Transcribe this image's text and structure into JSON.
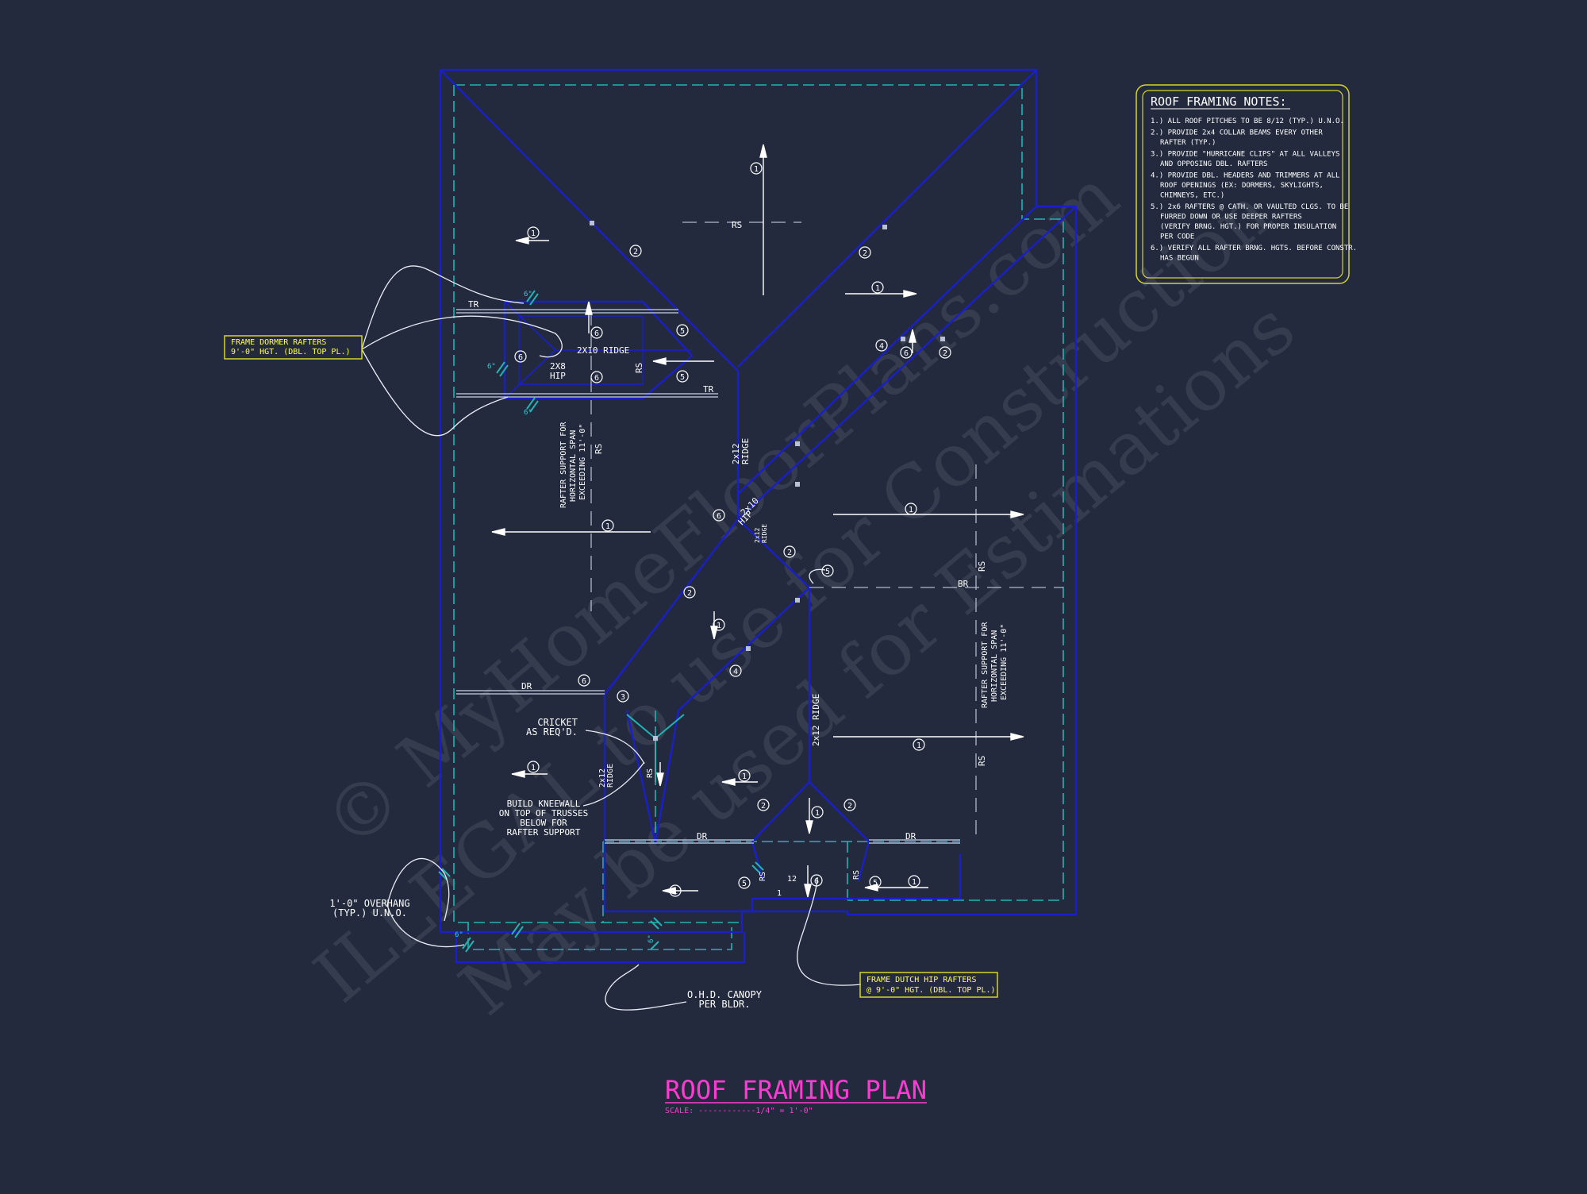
{
  "colors": {
    "background": "#232a3d",
    "walls": "#1a1fc8",
    "overhang": "#22b3b3",
    "notes_border": "#d4d42a",
    "label_text": "#ffffff",
    "callout_text": "#ffff55",
    "title": "#ff3cd2"
  },
  "notes": {
    "heading": "ROOF FRAMING NOTES:",
    "items": [
      "1.) ALL ROOF PITCHES TO BE  8/12 (TYP.) U.N.O.",
      "2.) PROVIDE 2x4 COLLAR BEAMS EVERY OTHER",
      "RAFTER (TYP.)",
      "3.) PROVIDE \"HURRICANE CLIPS\" AT ALL VALLEYS",
      "AND OPPOSING DBL. RAFTERS",
      "4.) PROVIDE DBL. HEADERS AND TRIMMERS AT ALL",
      "ROOF OPENINGS (EX: DORMERS, SKYLIGHTS,",
      "CHIMNEYS, ETC.)",
      "5.) 2x6 RAFTERS @ CATH. OR VAULTED CLGS. TO BE",
      "FURRED DOWN OR USE DEEPER RAFTERS",
      "(VERIFY BRNG. HGT.) FOR PROPER INSULATION",
      "PER CODE",
      "6.) VERIFY ALL RAFTER BRNG. HGTS. BEFORE CONSTR.",
      "HAS BEGUN"
    ]
  },
  "callouts": {
    "dormer_line1": "FRAME DORMER RAFTERS",
    "dormer_line2": "9'-0\" HGT. (DBL. TOP PL.)",
    "dutch_line1": "FRAME DUTCH HIP RAFTERS",
    "dutch_line2": "@ 9'-0\" HGT. (DBL. TOP PL.)"
  },
  "labels": {
    "ridge_2x10": "2X10 RIDGE",
    "hip_2x8_a": "2X8",
    "hip_2x8_b": "HIP",
    "tr": "TR",
    "rs": "RS",
    "ridge_2x12_a": "2x12",
    "ridge_2x12_b": "RIDGE",
    "hip_2x10_a": "2x10",
    "hip_2x10_b": "HIP",
    "ridge_2x12_c": "2x12",
    "ridge_2x12_d": "RIDGE",
    "rafter_support_1": "RAFTER SUPPORT FOR",
    "rafter_support_2": "HORIZONTAL SPAN",
    "rafter_support_3": "EXCEEDING 11'-0\"",
    "dr": "DR",
    "br": "BR",
    "cricket_1": "CRICKET",
    "cricket_2": "AS REQ'D.",
    "kneewall_1": "BUILD KNEEWALL",
    "kneewall_2": "ON TOP OF TRUSSES",
    "kneewall_3": "BELOW FOR",
    "kneewall_4": "RAFTER SUPPORT",
    "ridge_2x12_e": "2x12 RIDGE",
    "ridge_2x12_f": "2x12",
    "ridge_2x12_g": "RIDGE",
    "overhang_1": "1'-0\" OVERHANG",
    "overhang_2": "(TYP.) U.N.O.",
    "canopy_1": "O.H.D. CANOPY",
    "canopy_2": "PER BLDR.",
    "dim_6": "6\"",
    "dim_12": "12",
    "dim_1": "1"
  },
  "tags": {
    "t1": "1",
    "t2": "2",
    "t3": "3",
    "t4": "4",
    "t5": "5",
    "t6": "6"
  },
  "title": {
    "main": "ROOF FRAMING PLAN",
    "scale": "SCALE: ------------1/4\" = 1'-0\""
  },
  "watermark": {
    "line1": "© MyHomeFloorPlans.com",
    "line2": "ILLEGAL to use for Construction",
    "line3": "May be used for Estimations"
  }
}
